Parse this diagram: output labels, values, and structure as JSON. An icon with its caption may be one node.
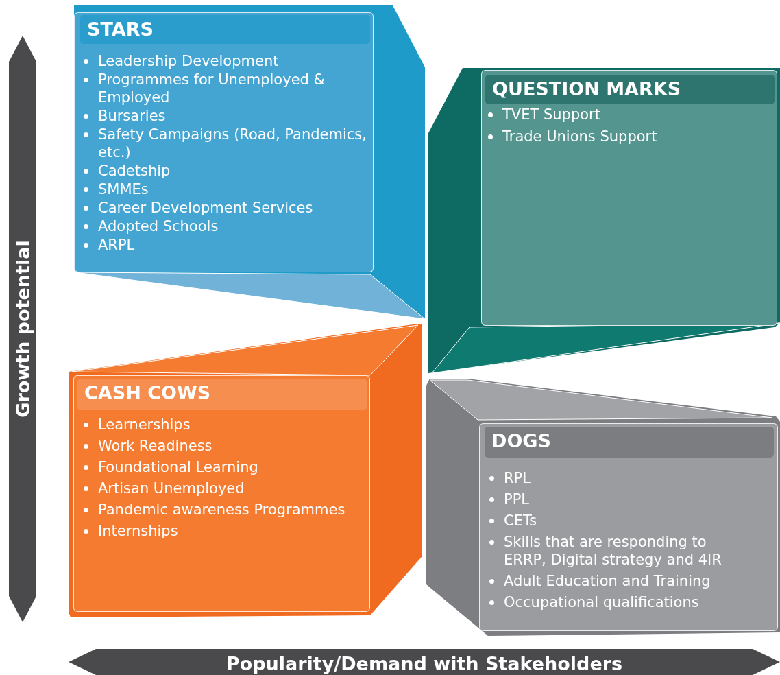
{
  "diagram": {
    "nodes": [
      {
        "text": [
          "STARS",
          "Leadership Development",
          "Programmes for Unemployed & Employed",
          "Bursaries",
          "Safety Campaigns (Road, Pandemics, etc.)",
          "Cadetship",
          "SMMEs",
          "Career Development Services",
          "Adopted Schools",
          "ARPL"
        ]
      },
      {
        "text": [
          "QUESTION MARKS",
          "TVET Support",
          "Trade Unions Support"
        ]
      },
      {
        "text": [
          "CASH COWS",
          "Learnerships",
          "Work Readiness",
          "Foundational Learning",
          "Artisan Unemployed",
          "Pandemic awareness Programmes",
          "Internships"
        ]
      },
      {
        "text": [
          "DOGS",
          "RPL",
          "PPL",
          "CETs",
          "Skills that are responding to ERRP, Digital strategy and 4IR",
          "Adult Education and Training",
          "Occupational qualifications"
        ]
      }
    ],
    "labels": [
      "Growth potential",
      "Popularity/Demand with Stakeholders"
    ]
  }
}
